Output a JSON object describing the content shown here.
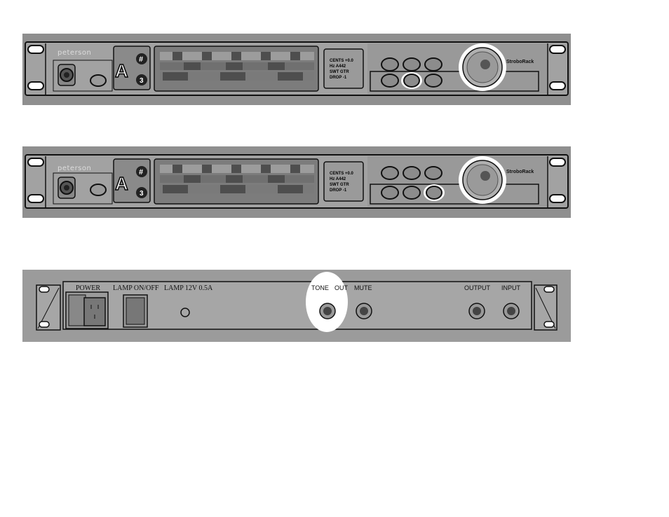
{
  "front_panel_1": {
    "brand": "peterson",
    "note": "A",
    "accidental": "#",
    "octave": "3",
    "display_lines": [
      "CENTS +0.0",
      "Hz A442",
      "SWT GTR",
      "DROP -1"
    ],
    "logo": "StroboRack",
    "highlighted_button": "bottom-row-middle"
  },
  "front_panel_2": {
    "brand": "peterson",
    "note": "A",
    "accidental": "#",
    "octave": "3",
    "display_lines": [
      "CENTS +0.0",
      "Hz A442",
      "SWT GTR",
      "DROP -1"
    ],
    "logo": "StroboRack",
    "highlighted_button": "bottom-row-right"
  },
  "rear_panel": {
    "power_label": "POWER",
    "lamp_switch_label": "LAMP ON/OFF",
    "lamp_socket_label": "LAMP 12V 0.5A",
    "tone_label": "TONE",
    "out_label": "OUT",
    "mute_label": "MUTE",
    "output_label": "OUTPUT",
    "input_label": "INPUT",
    "highlighted_jack": "tone-out"
  }
}
